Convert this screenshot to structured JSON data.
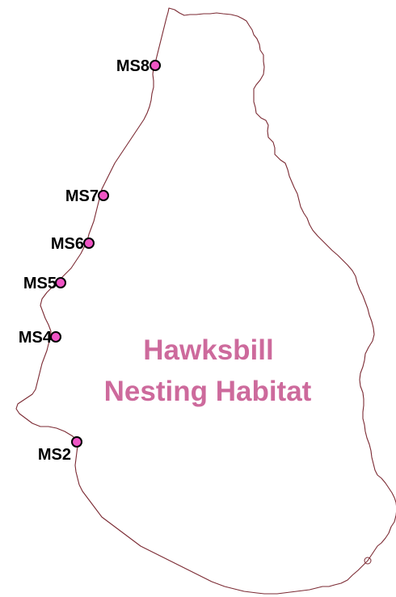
{
  "map": {
    "habitat_label": {
      "line1": "Hawksbill",
      "line2": "Nesting Habitat"
    },
    "colors": {
      "coastline": "#7b2a33",
      "habitat_text": "#cd6a9c",
      "marker_fill": "#ef55c5",
      "marker_stroke": "#000000"
    },
    "sites": [
      {
        "id": "MS8",
        "label": "MS8"
      },
      {
        "id": "MS7",
        "label": "MS7"
      },
      {
        "id": "MS6",
        "label": "MS6"
      },
      {
        "id": "MS5",
        "label": "MS5"
      },
      {
        "id": "MS4",
        "label": "MS4"
      },
      {
        "id": "MS2",
        "label": "MS2"
      }
    ]
  }
}
